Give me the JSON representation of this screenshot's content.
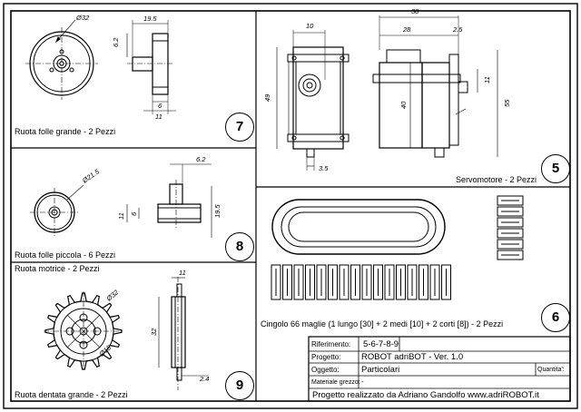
{
  "parts": [
    {
      "number": "7",
      "caption": "Ruota folle grande - 2 Pezzi"
    },
    {
      "number": "8",
      "caption": "Ruota folle piccola - 6 Pezzi"
    },
    {
      "number": "9",
      "caption": "Ruota dentata grande - 2 Pezzi",
      "heading": "Ruota motrice - 2 Pezzi"
    },
    {
      "number": "5",
      "caption": "Servomotore - 2 Pezzi"
    },
    {
      "number": "6",
      "caption": "Cingolo 66 maglie (1 lungo [30] + 2 medi [10] + 2 corti [8]) - 2 Pezzi"
    }
  ],
  "dimensions": {
    "part7": [
      "Ø32",
      "19.5",
      "6.2",
      "6",
      "11"
    ],
    "part8": [
      "6.2",
      "Ø21.5",
      "11",
      "6",
      "19.5"
    ],
    "part9": [
      "11",
      "Ø32",
      "Ø15",
      "32",
      "2.4"
    ],
    "part5": [
      "10",
      "38",
      "28",
      "2.5",
      "49",
      "40",
      "11",
      "55",
      "3.5"
    ]
  },
  "title_block": {
    "riferimento_label": "Riferimento:",
    "riferimento_value": "5-6-7-8-9",
    "progetto_label": "Progetto:",
    "progetto_value": "ROBOT adriBOT  - Ver. 1.0",
    "oggetto_label": "Oggetto:",
    "oggetto_value": "Particolari",
    "quantita_label": "Quantita':",
    "materiale_label": "Materiale grezzo:",
    "materiale_value": "-",
    "footer": "Progetto realizzato da Adriano Gandolfo    www.adriROBOT.it"
  }
}
